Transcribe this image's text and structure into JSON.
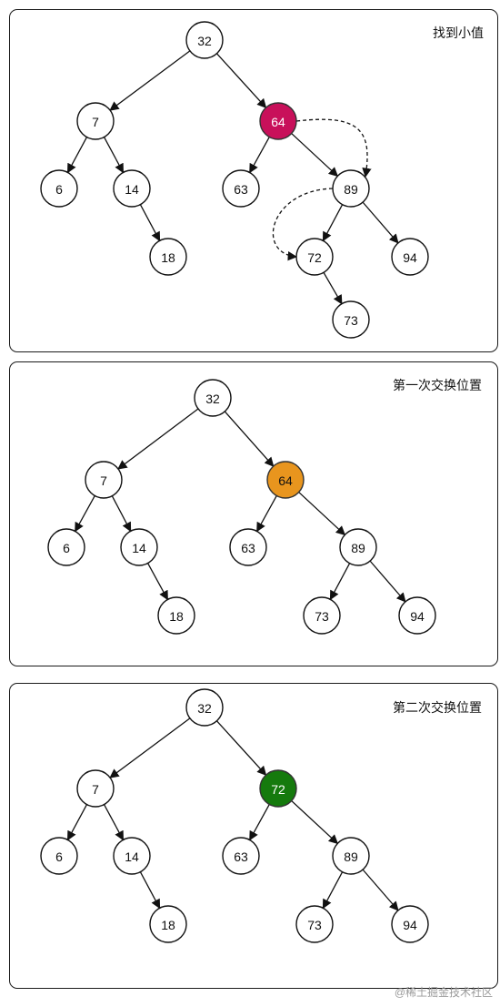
{
  "panels": [
    {
      "title": "找到小值",
      "nodes": [
        {
          "id": "n32",
          "label": "32"
        },
        {
          "id": "n7",
          "label": "7"
        },
        {
          "id": "n64",
          "label": "64",
          "fill": "#c8105a",
          "text_color": "#ffffff"
        },
        {
          "id": "n6",
          "label": "6"
        },
        {
          "id": "n14",
          "label": "14"
        },
        {
          "id": "n63",
          "label": "63"
        },
        {
          "id": "n89",
          "label": "89"
        },
        {
          "id": "n18",
          "label": "18"
        },
        {
          "id": "n72",
          "label": "72"
        },
        {
          "id": "n94",
          "label": "94"
        },
        {
          "id": "n73",
          "label": "73"
        }
      ],
      "edges": [
        [
          "n32",
          "n7"
        ],
        [
          "n32",
          "n64"
        ],
        [
          "n7",
          "n6"
        ],
        [
          "n7",
          "n14"
        ],
        [
          "n14",
          "n18"
        ],
        [
          "n64",
          "n63"
        ],
        [
          "n64",
          "n89"
        ],
        [
          "n89",
          "n72"
        ],
        [
          "n89",
          "n94"
        ],
        [
          "n72",
          "n73"
        ]
      ],
      "dashed_arrows": [
        [
          "n64",
          "n89"
        ],
        [
          "n89",
          "n72"
        ]
      ]
    },
    {
      "title": "第一次交换位置",
      "nodes": [
        {
          "id": "n32",
          "label": "32"
        },
        {
          "id": "n7",
          "label": "7"
        },
        {
          "id": "n64",
          "label": "64",
          "fill": "#e8951e",
          "text_color": "#111111"
        },
        {
          "id": "n6",
          "label": "6"
        },
        {
          "id": "n14",
          "label": "14"
        },
        {
          "id": "n63",
          "label": "63"
        },
        {
          "id": "n89",
          "label": "89"
        },
        {
          "id": "n18",
          "label": "18"
        },
        {
          "id": "n73",
          "label": "73"
        },
        {
          "id": "n94",
          "label": "94"
        }
      ],
      "edges": [
        [
          "n32",
          "n7"
        ],
        [
          "n32",
          "n64"
        ],
        [
          "n7",
          "n6"
        ],
        [
          "n7",
          "n14"
        ],
        [
          "n14",
          "n18"
        ],
        [
          "n64",
          "n63"
        ],
        [
          "n64",
          "n89"
        ],
        [
          "n89",
          "n73"
        ],
        [
          "n89",
          "n94"
        ]
      ],
      "dashed_arrows": []
    },
    {
      "title": "第二次交换位置",
      "nodes": [
        {
          "id": "n32",
          "label": "32"
        },
        {
          "id": "n7",
          "label": "7"
        },
        {
          "id": "n72",
          "label": "72",
          "fill": "#157a0d",
          "text_color": "#ffffff"
        },
        {
          "id": "n6",
          "label": "6"
        },
        {
          "id": "n14",
          "label": "14"
        },
        {
          "id": "n63",
          "label": "63"
        },
        {
          "id": "n89",
          "label": "89"
        },
        {
          "id": "n18",
          "label": "18"
        },
        {
          "id": "n73",
          "label": "73"
        },
        {
          "id": "n94",
          "label": "94"
        }
      ],
      "edges": [
        [
          "n32",
          "n7"
        ],
        [
          "n32",
          "n72"
        ],
        [
          "n7",
          "n6"
        ],
        [
          "n7",
          "n14"
        ],
        [
          "n14",
          "n18"
        ],
        [
          "n72",
          "n63"
        ],
        [
          "n72",
          "n89"
        ],
        [
          "n89",
          "n73"
        ],
        [
          "n89",
          "n94"
        ]
      ],
      "dashed_arrows": []
    }
  ],
  "watermark": "@稀土掘金技术社区"
}
